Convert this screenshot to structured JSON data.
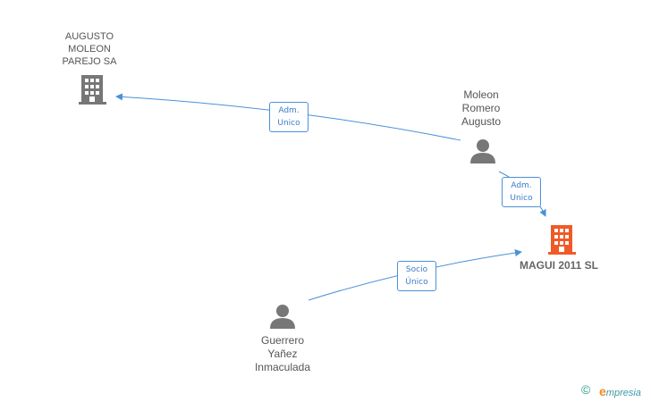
{
  "nodes": {
    "augusto_company": {
      "lines": [
        "AUGUSTO",
        "MOLEON",
        "PAREJO SA"
      ]
    },
    "moleon_person": {
      "lines": [
        "Moleon",
        "Romero",
        "Augusto"
      ]
    },
    "magui_company": {
      "lines": [
        "MAGUI 2011 SL"
      ]
    },
    "guerrero_person": {
      "lines": [
        "Guerrero",
        "Yañez",
        "Inmaculada"
      ]
    }
  },
  "edges": {
    "adm_unico_1": {
      "lines": [
        "Adm.",
        "Unico"
      ]
    },
    "adm_unico_2": {
      "lines": [
        "Adm.",
        "Unico"
      ]
    },
    "socio_unico": {
      "lines": [
        "Socio",
        "Único"
      ]
    }
  },
  "colors": {
    "edge": "#4a90d9",
    "company": "#777777",
    "target_company": "#f05a28",
    "person": "#777777"
  },
  "footer": {
    "copyright": "©",
    "brand_initial": "e",
    "brand_rest": "mpresia"
  }
}
